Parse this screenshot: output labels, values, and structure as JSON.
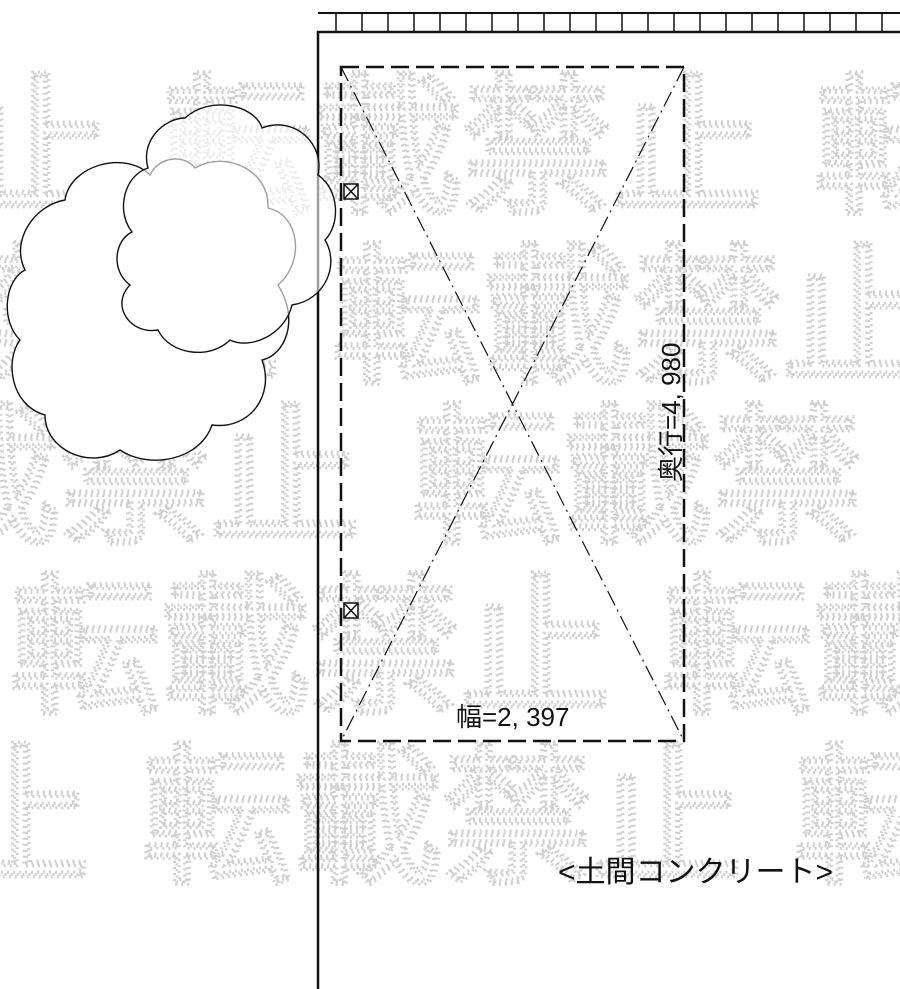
{
  "watermark": {
    "row1": "止 転載禁止 転",
    "row2": "禁止 転載禁止",
    "row3": "載禁止 転載禁",
    "row4": "転載禁止 転載",
    "row5": "止 転載禁止 転"
  },
  "plan": {
    "width_label": "幅=2, 397",
    "depth_label": "奥行=4, 980",
    "floor_label": "<土間コンクリート>"
  },
  "colors": {
    "line": "#111111",
    "watermark": "#d0d0d0"
  }
}
